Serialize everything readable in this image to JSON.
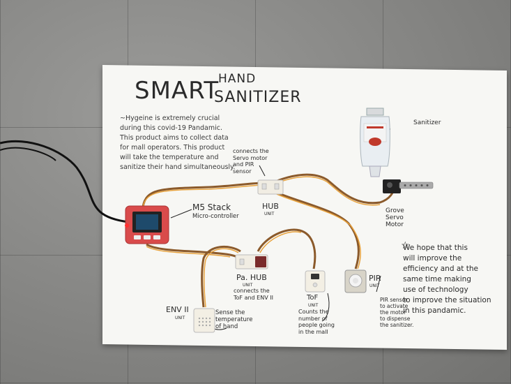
{
  "board": {
    "title_smart": "SMART",
    "title_hand": "HAND",
    "title_sanitizer": "SANITIZER",
    "intro": "~Hygeine is extremely crucial\nduring this covid-19 Pandamic.\nThis product aims to collect data\nfor mall operators. This product\nwill take the temperature and\nsanitize their hand simultaneously.",
    "labels": {
      "servo_note": "connects the\nServo motor\nand PIR\nsensor",
      "sanitizer": "Sanitizer",
      "m5_stack": "M5 Stack",
      "micro_controller": "Micro-controller",
      "hub": "HUB",
      "hub_unit": "UNIT",
      "grove_servo": "Grove\nServo\nMotor",
      "pa_hub": "Pa. HUB",
      "pa_hub_unit": "UNIT",
      "pa_hub_note": "connects the\nToF and ENV II",
      "tof": "ToF",
      "tof_unit": "UNIT",
      "tof_note": "Counts the\nnumber of\npeople going\nin the mall",
      "pir": "PIR",
      "pir_unit": "UNIT",
      "pir_note": "PIR sensor\nto activate\nthe motor\nto dispense\nthe sanitizer.",
      "env": "ENV II",
      "env_unit": "UNIT",
      "env_note": "Sense the\ntemperature\nof hand"
    },
    "closing_note": "We hope that this\nwill improve the\nefficiency and at the\nsame time making\nuse of technology\nto improve the situation\nin this pandamic."
  },
  "colors": {
    "board": "#f7f7f4",
    "floor": "#8a8a88",
    "m5_stack": "#d94b4b",
    "cable_brown": "#8b5a2b",
    "cable_orange": "#e8a23c",
    "ink": "#2a2a2a"
  }
}
